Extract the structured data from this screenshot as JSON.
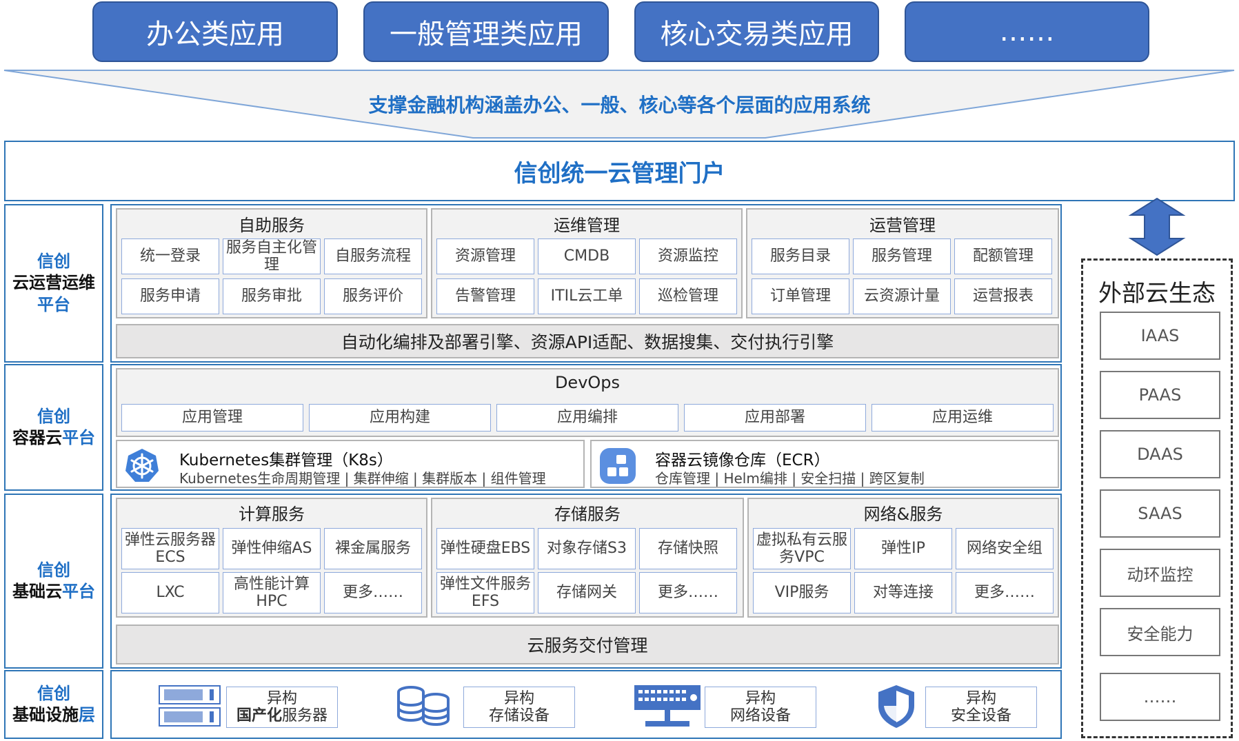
{
  "apps": [
    "办公类应用",
    "一般管理类应用",
    "核心交易类应用",
    "……"
  ],
  "funnel_text": "支撑金融机构涵盖办公、一般、核心等各个层面的应用系统",
  "portal": "信创统一云管理门户",
  "layers": {
    "ops": {
      "l1": "信创",
      "l2": "云运营运维",
      "l3": "平台"
    },
    "container": {
      "l1": "信创",
      "l2a": "容器云",
      "l2b": "平台"
    },
    "basecloud": {
      "l1": "信创",
      "l2a": "基础云",
      "l2b": "平台"
    },
    "infra": {
      "l1": "信创",
      "l2a": "基础设施",
      "l2b": "层"
    }
  },
  "ops": {
    "groups": [
      {
        "title": "自助服务",
        "cells": [
          "统一登录",
          "服务自主化管理",
          "自服务流程",
          "服务申请",
          "服务审批",
          "服务评价"
        ]
      },
      {
        "title": "运维管理",
        "cells": [
          "资源管理",
          "CMDB",
          "资源监控",
          "告警管理",
          "ITIL云工单",
          "巡检管理"
        ]
      },
      {
        "title": "运营管理",
        "cells": [
          "服务目录",
          "服务管理",
          "配额管理",
          "订单管理",
          "云资源计量",
          "运营报表"
        ]
      }
    ],
    "engine": "自动化编排及部署引擎、资源API适配、数据搜集、交付执行引擎"
  },
  "container": {
    "devops_title": "DevOps",
    "devops_items": [
      "应用管理",
      "应用构建",
      "应用编排",
      "应用部署",
      "应用运维"
    ],
    "k8s_title": "Kubernetes集群管理（K8s）",
    "k8s_desc": "Kubernetes生命周期管理 | 集群伸缩 | 集群版本 | 组件管理",
    "ecr_title": "容器云镜像仓库（ECR）",
    "ecr_desc": "仓库管理 | Helm编排 | 安全扫描 | 跨区复制"
  },
  "basecloud": {
    "groups": [
      {
        "title": "计算服务",
        "cells": [
          "弹性云服务器ECS",
          "弹性伸缩AS",
          "裸金属服务",
          "LXC",
          "高性能计算HPC",
          "更多……"
        ]
      },
      {
        "title": "存储服务",
        "cells": [
          "弹性硬盘EBS",
          "对象存储S3",
          "存储快照",
          "弹性文件服务EFS",
          "存储网关",
          "更多……"
        ]
      },
      {
        "title": "网络&服务",
        "cells": [
          "虚拟私有云服务VPC",
          "弹性IP",
          "网络安全组",
          "VIP服务",
          "对等连接",
          "更多……"
        ]
      }
    ],
    "delivery": "云服务交付管理"
  },
  "infra": [
    {
      "a": "异构",
      "b_bold": "国产化",
      "b": "服务器",
      "icon": "server-icon"
    },
    {
      "a": "异构",
      "b_bold": "",
      "b": "存储设备",
      "icon": "storage-icon"
    },
    {
      "a": "异构",
      "b_bold": "",
      "b": "网络设备",
      "icon": "network-icon"
    },
    {
      "a": "异构",
      "b_bold": "",
      "b": "安全设备",
      "icon": "shield-icon"
    }
  ],
  "external": {
    "title": "外部云生态",
    "items": [
      "IAAS",
      "PAAS",
      "DAAS",
      "SAAS",
      "动环监控",
      "安全能力",
      "……"
    ]
  },
  "colors": {
    "primary": "#4472c4",
    "accent": "#1f6fc5",
    "border": "#2e75b6"
  }
}
